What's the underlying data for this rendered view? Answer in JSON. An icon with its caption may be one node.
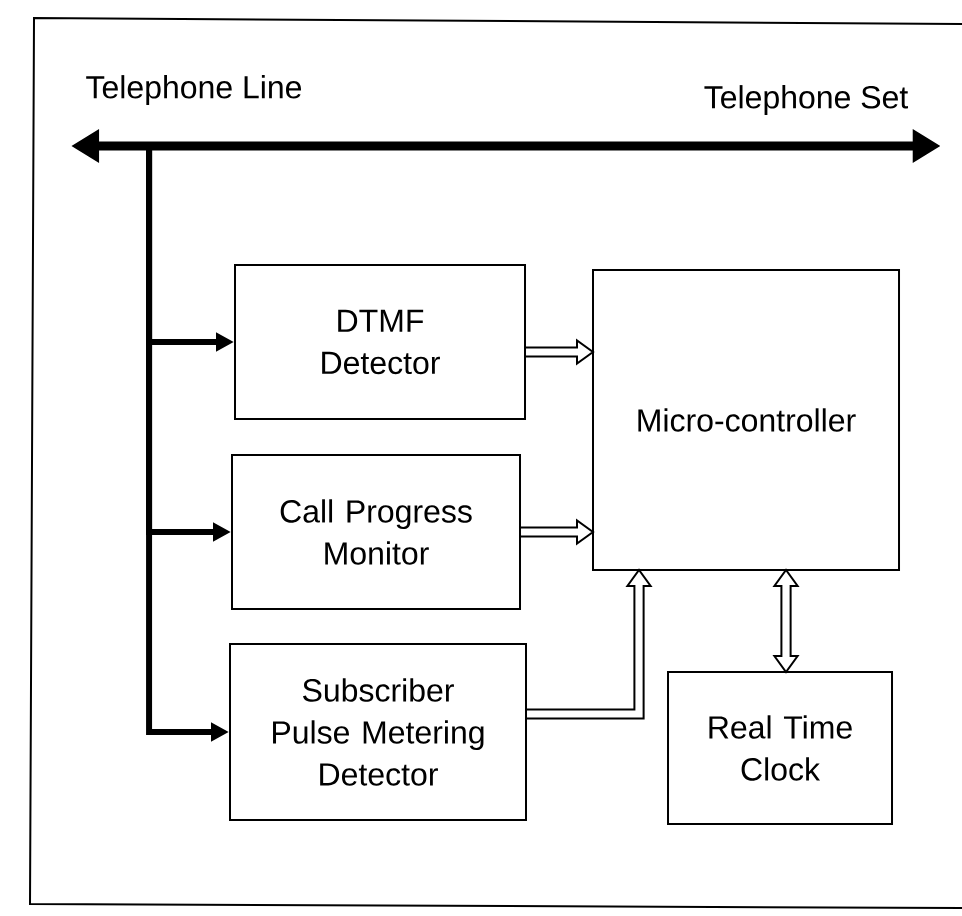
{
  "diagram": {
    "nodes": [
      {
        "text": [
          "Telephone Line"
        ]
      },
      {
        "text": [
          "Telephone Set"
        ]
      },
      {
        "text": [
          "DTMF Detector"
        ]
      },
      {
        "text": [
          "Call Progress Monitor"
        ]
      },
      {
        "text": [
          "Subscriber Pulse Metering Detector"
        ]
      },
      {
        "text": [
          "Micro-controller"
        ]
      },
      {
        "text": [
          "Real Time Clock"
        ]
      }
    ],
    "edges": [
      {
        "from": 0,
        "to": 1,
        "arrow": "both"
      },
      {
        "from": 0,
        "to": 2,
        "arrow": "to"
      },
      {
        "from": 0,
        "to": 3,
        "arrow": "to"
      },
      {
        "from": 0,
        "to": 4,
        "arrow": "to"
      },
      {
        "from": 2,
        "to": 5,
        "arrow": "to"
      },
      {
        "from": 3,
        "to": 5,
        "arrow": "to"
      },
      {
        "from": 4,
        "to": 5,
        "arrow": "to"
      },
      {
        "from": 5,
        "to": 6,
        "arrow": "both"
      }
    ]
  }
}
